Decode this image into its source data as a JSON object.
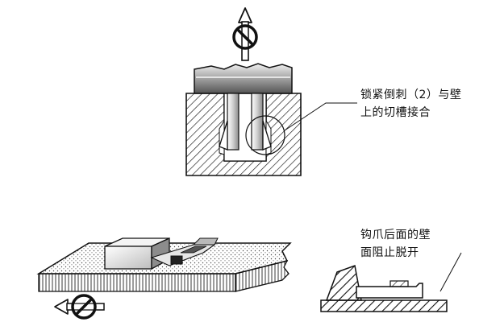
{
  "callouts": {
    "top": {
      "line1": "锁紧倒刺（2）与壁",
      "line2": "上的切槽接合"
    },
    "bottom": {
      "line1": "钩爪后面的壁",
      "line2": "面阻止脱开"
    }
  },
  "icons": {
    "top_prohibited_direction": "no-pull-up-icon",
    "bottom_prohibited_direction": "no-pull-left-icon"
  },
  "colors": {
    "ink": "#111111",
    "paper": "#ffffff",
    "metal_light": "#d9d9d9",
    "metal_dark": "#7a7a7a"
  }
}
